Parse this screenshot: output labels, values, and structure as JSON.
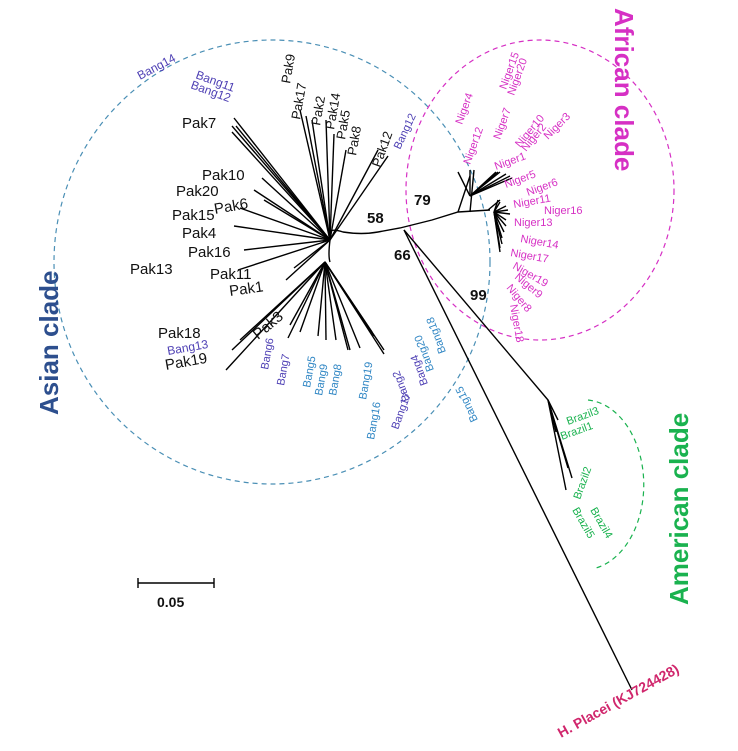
{
  "colors": {
    "asian_text": "#2d4f8e",
    "asian_circle": "#4a8fb5",
    "african": "#d630c4",
    "american": "#1ab24f",
    "outgroup": "#d0266c",
    "pak": "#111111",
    "bang_purple": "#4d3fb4",
    "bang_blue": "#2f86c4"
  },
  "clades": {
    "asian": "Asian clade",
    "african": "African clade",
    "american": "American clade"
  },
  "bootstrap": {
    "b58": "58",
    "b79": "79",
    "b66": "66",
    "b99": "99"
  },
  "scale_bar": {
    "label": "0.05"
  },
  "outgroup": {
    "label": "H. Placei (KJ724428)"
  },
  "leaves": {
    "asian": [
      {
        "label": "Bang14",
        "color": "bang_purple"
      },
      {
        "label": "Bang11",
        "color": "bang_purple"
      },
      {
        "label": "Bang12",
        "color": "bang_purple"
      },
      {
        "label": "Pak7",
        "color": "pak"
      },
      {
        "label": "Pak10",
        "color": "pak"
      },
      {
        "label": "Pak20",
        "color": "pak"
      },
      {
        "label": "Pak6",
        "color": "pak"
      },
      {
        "label": "Pak15",
        "color": "pak"
      },
      {
        "label": "Pak4",
        "color": "pak"
      },
      {
        "label": "Pak16",
        "color": "pak"
      },
      {
        "label": "Pak13",
        "color": "pak"
      },
      {
        "label": "Pak11",
        "color": "pak"
      },
      {
        "label": "Pak1",
        "color": "pak"
      },
      {
        "label": "Pak18",
        "color": "pak"
      },
      {
        "label": "Bang13",
        "color": "bang_purple"
      },
      {
        "label": "Pak19",
        "color": "pak"
      },
      {
        "label": "Pak3",
        "color": "pak"
      },
      {
        "label": "Bang6",
        "color": "bang_purple"
      },
      {
        "label": "Bang7",
        "color": "bang_purple"
      },
      {
        "label": "Bang5",
        "color": "bang_blue"
      },
      {
        "label": "Bang9",
        "color": "bang_blue"
      },
      {
        "label": "Bang8",
        "color": "bang_blue"
      },
      {
        "label": "Bang16",
        "color": "bang_blue"
      },
      {
        "label": "Bang17",
        "color": "bang_purple"
      },
      {
        "label": "Bang19",
        "color": "bang_blue"
      },
      {
        "label": "Bang4",
        "color": "bang_purple"
      },
      {
        "label": "Bang20",
        "color": "bang_blue"
      },
      {
        "label": "Bang18",
        "color": "bang_blue"
      },
      {
        "label": "Bang15",
        "color": "bang_blue"
      },
      {
        "label": "Bang2",
        "color": "bang_purple"
      },
      {
        "label": "Pak9",
        "color": "pak"
      },
      {
        "label": "Pak17",
        "color": "pak"
      },
      {
        "label": "Pak2",
        "color": "pak"
      },
      {
        "label": "Pak14",
        "color": "pak"
      },
      {
        "label": "Pak5",
        "color": "pak"
      },
      {
        "label": "Pak8",
        "color": "pak"
      },
      {
        "label": "Pak12",
        "color": "pak"
      },
      {
        "label": "Bang12",
        "color": "bang_purple"
      }
    ],
    "african": [
      "Niger4",
      "Niger12",
      "Niger15",
      "Niger20",
      "Niger7",
      "Niger10",
      "Niger2",
      "Niger3",
      "Niger1",
      "Niger5",
      "Niger6",
      "Niger11",
      "Niger16",
      "Niger13",
      "Niger14",
      "Niger17",
      "Niger19",
      "Niger9",
      "Niger8",
      "Niger18"
    ],
    "american": [
      "Brazil3",
      "Brazil1",
      "Brazil2",
      "Brazil4",
      "Brazil5"
    ]
  }
}
